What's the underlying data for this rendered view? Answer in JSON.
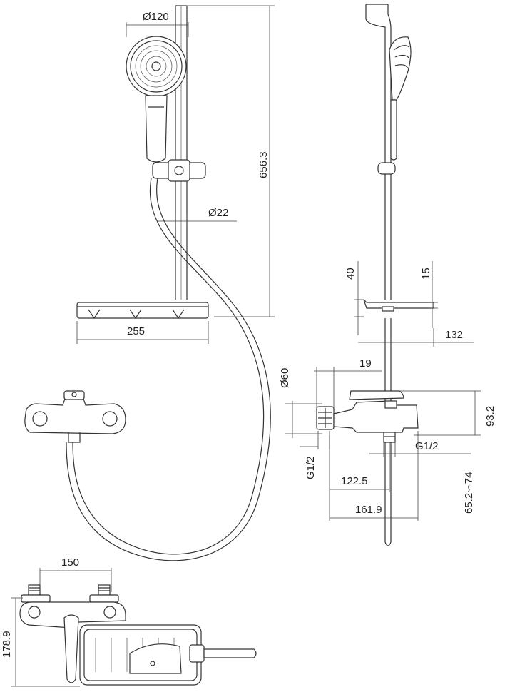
{
  "dimensions": {
    "head_diameter": "Ø120",
    "rail_height": "656.3",
    "rail_diameter": "Ø22",
    "shelf_width": "255",
    "shelf_offset_40": "40",
    "shelf_offset_15": "15",
    "shelf_depth": "132",
    "wall_offset": "19",
    "flange_diameter": "Ø60",
    "mixer_height": "93.2",
    "inlet_thread_left": "G1/2",
    "outlet_thread": "G1/2",
    "spout_projection": "122.5",
    "total_projection": "161.9",
    "outlet_height_range": "65.2∽74",
    "inlet_spacing": "150",
    "mixer_depth": "178.9"
  },
  "colors": {
    "line": "#333333",
    "text": "#222222",
    "background": "#ffffff"
  }
}
